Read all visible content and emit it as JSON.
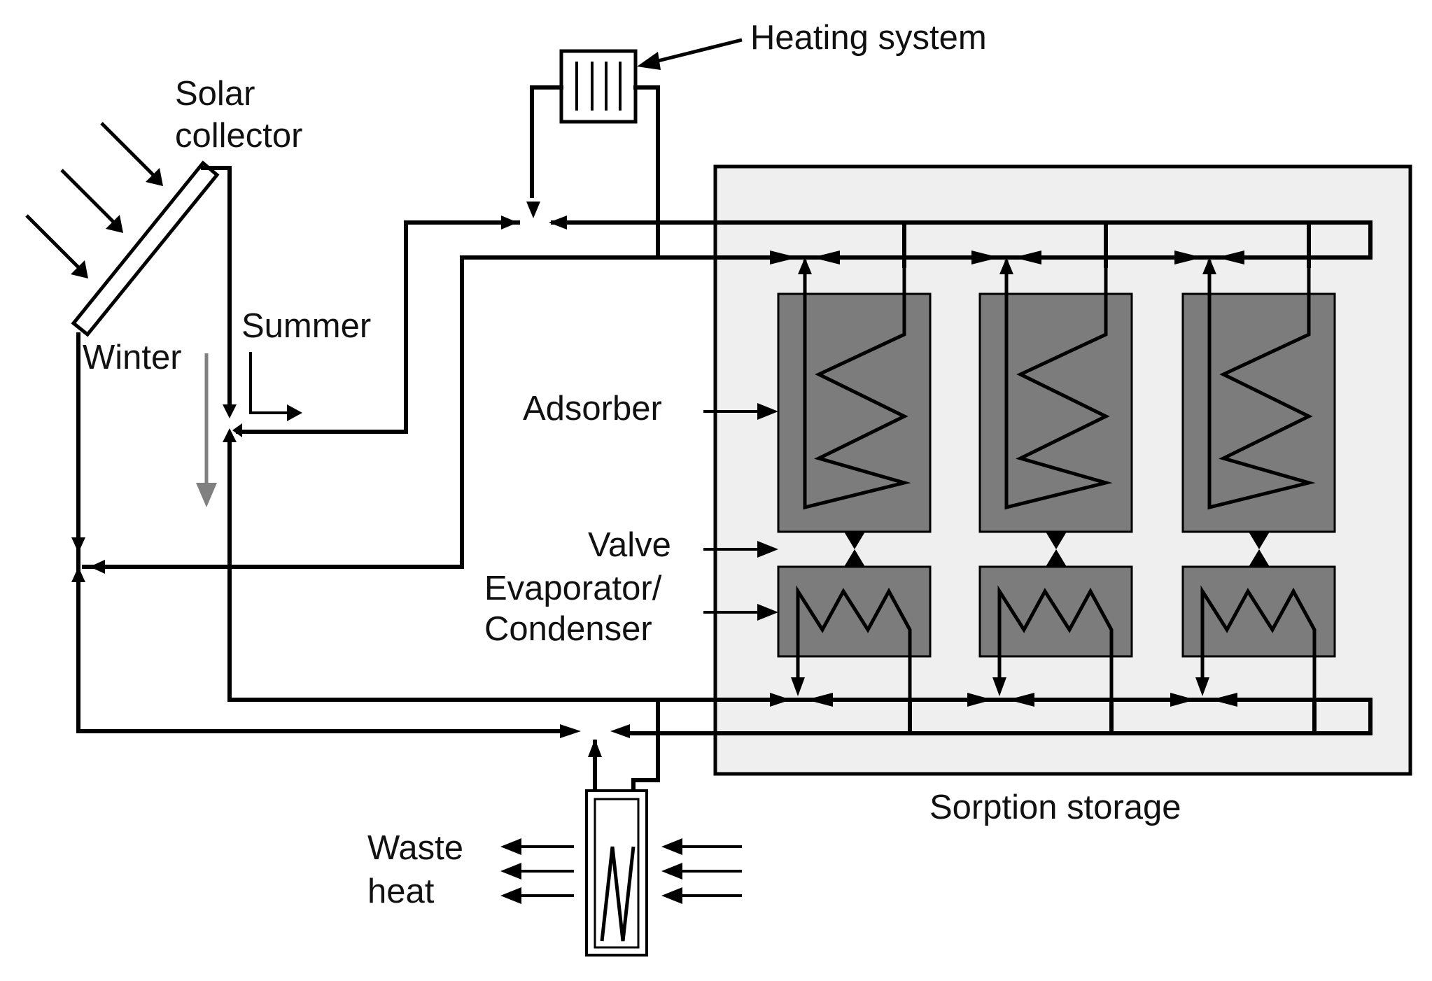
{
  "labels": {
    "heating_system": "Heating system",
    "solar_collector_line1": "Solar",
    "solar_collector_line2": "collector",
    "summer": "Summer",
    "winter": "Winter",
    "adsorber": "Adsorber",
    "valve": "Valve",
    "evaporator_line1": "Evaporator/",
    "evaporator_line2": "Condenser",
    "sorption_storage": "Sorption storage",
    "waste_heat_line1": "Waste",
    "waste_heat_line2": "heat"
  },
  "module_count": 3,
  "colors": {
    "line": "#000000",
    "storage_fill": "#efefef",
    "module_fill": "#7c7c7c",
    "winter_arrow": "#808080"
  }
}
